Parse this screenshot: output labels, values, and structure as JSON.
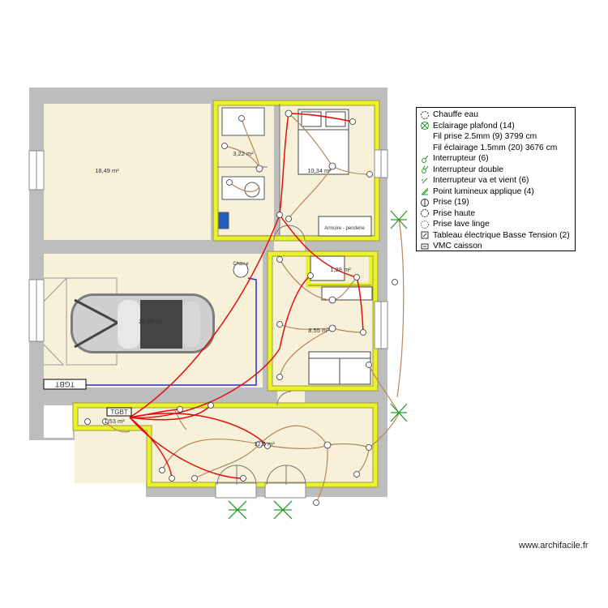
{
  "rooms": [
    {
      "id": "room-top-left",
      "area": "18,49 m²"
    },
    {
      "id": "room-bathroom",
      "area": "3,22 m²"
    },
    {
      "id": "room-bedroom",
      "area": "10,34 m²"
    },
    {
      "id": "room-garage",
      "area": "23,04 m²"
    },
    {
      "id": "room-wc",
      "area": "1,28 m²"
    },
    {
      "id": "room-living",
      "area": "8,55 m²"
    },
    {
      "id": "room-small",
      "area": "1,53 m²"
    },
    {
      "id": "room-bottom",
      "area": "12,6 m²"
    }
  ],
  "labels": {
    "panel_garage": "TGBT",
    "panel_bottom": "TGBT",
    "wardrobe": "Armoire - penderie",
    "heater": "Chau e"
  },
  "legend": [
    {
      "icon": "heater-icon",
      "label": "Chauffe eau"
    },
    {
      "icon": "ceiling-light-icon",
      "label": "Eclairage plafond (14)"
    },
    {
      "icon": "none",
      "label": "Fil prise 2.5mm (9) 3799 cm"
    },
    {
      "icon": "none",
      "label": "Fil éclairage 1.5mm (20) 3676 cm"
    },
    {
      "icon": "switch-icon",
      "label": "Interrupteur (6)"
    },
    {
      "icon": "double-switch-icon",
      "label": "Interrupteur double"
    },
    {
      "icon": "two-way-switch-icon",
      "label": "Interrupteur va et vient (6)"
    },
    {
      "icon": "wall-light-icon",
      "label": "Point lumineux applique (4)"
    },
    {
      "icon": "outlet-icon",
      "label": "Prise (19)"
    },
    {
      "icon": "high-outlet-icon",
      "label": "Prise haute"
    },
    {
      "icon": "washer-outlet-icon",
      "label": "Prise lave linge"
    },
    {
      "icon": "panel-icon",
      "label": "Tableau électrique Basse Tension (2)"
    },
    {
      "icon": "vmc-icon",
      "label": "VMC caisson"
    }
  ],
  "watermark": "www.archifacile.fr",
  "colors": {
    "wall": "#bdbdbd",
    "floor": "#f7f1da",
    "highlight": "#ecf22a",
    "power_wire": "#e01010",
    "light_wire": "#b8865a",
    "blue_line": "#2233cc"
  }
}
